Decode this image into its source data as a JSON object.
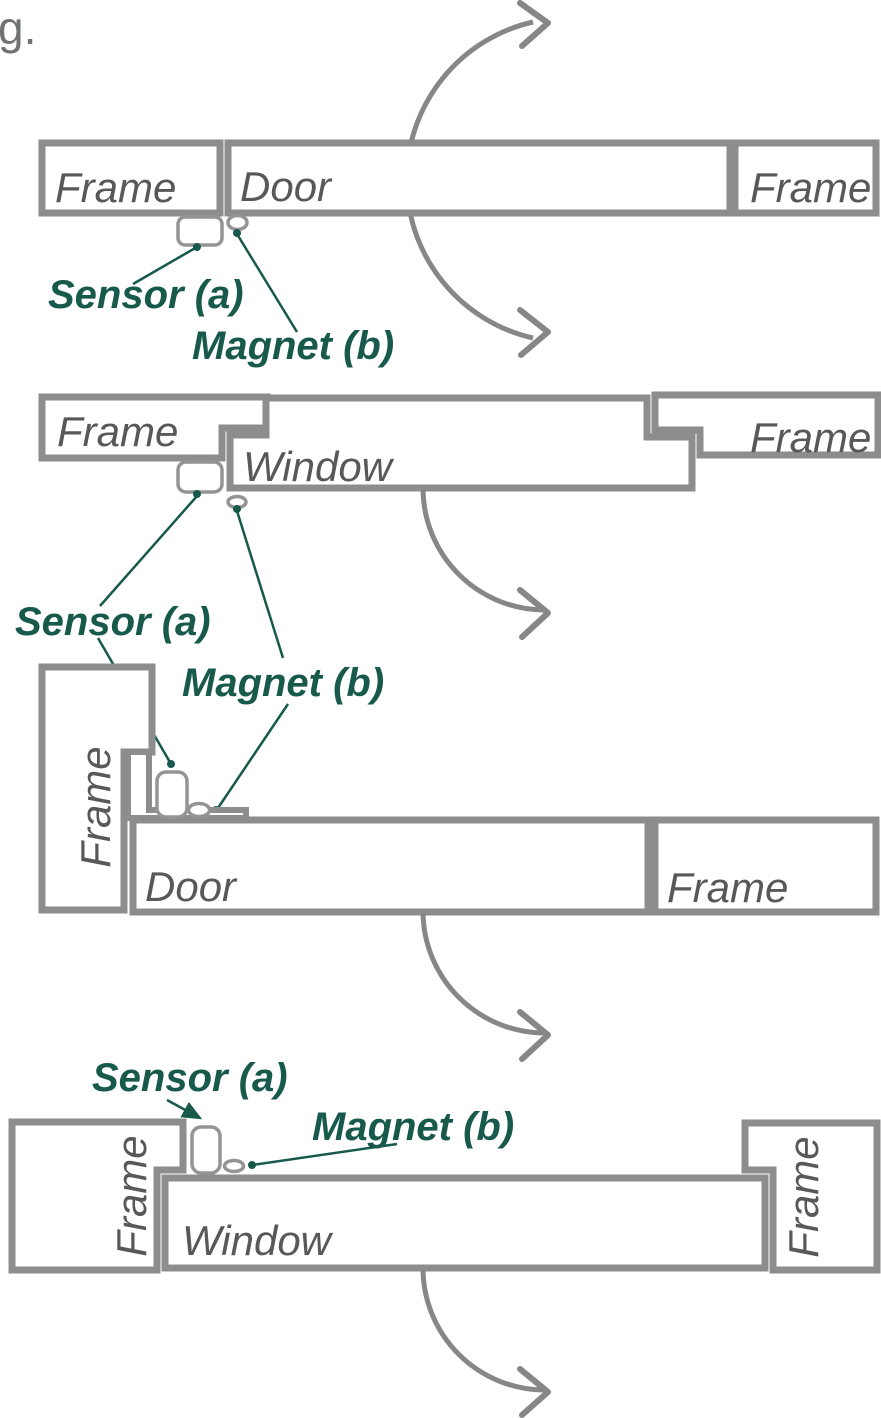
{
  "page": {
    "corner_text": "g.",
    "background": "#ffffff"
  },
  "colors": {
    "outline_gray": "#8d8d8d",
    "device_gray": "#949494",
    "arrow_gray": "#878787",
    "panel_text_gray": "#58585a",
    "accent_green": "#17594b",
    "corner_text_gray": "#6f7173"
  },
  "labels": {
    "frame": "Frame",
    "door": "Door",
    "window": "Window",
    "sensor": "Sensor (a)",
    "magnet": "Magnet (b)"
  }
}
